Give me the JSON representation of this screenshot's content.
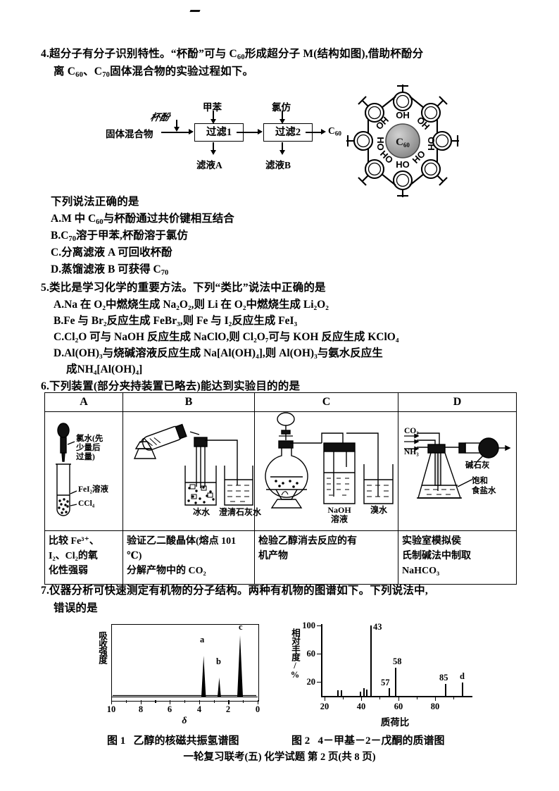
{
  "page": {
    "footer": "一轮复习联考(五) 化学试题 第 2 页(共 8 页)"
  },
  "q4": {
    "stem_line1_a": "4.超分子有分子识别特性。“杯酚”可与 C",
    "stem_line1_sub": "60",
    "stem_line1_b": "形成超分子 M(结构如图),借助杯酚分",
    "stem_line2_a": "离 C",
    "stem_line2_sub1": "60",
    "stem_line2_b": "、C",
    "stem_line2_sub2": "70",
    "stem_line2_c": "固体混合物的实验过程如下。",
    "flow": {
      "input": "固体混合物",
      "reagent1": "杯酚",
      "reagent2": "甲苯",
      "reagent3": "氯仿",
      "box1": "过滤1",
      "box2": "过滤2",
      "out1": "滤液A",
      "out2": "滤液B",
      "product": "C",
      "product_sub": "60"
    },
    "calix": {
      "core_label": "C",
      "core_sub": "60",
      "oh_label": "OH",
      "ho_label": "HO"
    },
    "prompt": "下列说法正确的是",
    "options": [
      {
        "id": "A",
        "text_a": "A.M 中 C",
        "sub1": "60",
        "text_b": "与杯酚通过共价键相互结合"
      },
      {
        "id": "B",
        "text_a": "B.C",
        "sub1": "70",
        "text_b": "溶于甲苯,杯酚溶于氯仿"
      },
      {
        "id": "C",
        "text_a": "C.分离滤液 A 可回收杯酚",
        "sub1": "",
        "text_b": ""
      },
      {
        "id": "D",
        "text_a": "D.蒸馏滤液 B 可获得 C",
        "sub1": "70",
        "text_b": ""
      }
    ]
  },
  "q5": {
    "stem": "5.类比是学习化学的重要方法。下列“类比”说法中正确的是",
    "optionA": "A.Na 在 O₂中燃烧生成 Na₂O₂,则 Li 在 O₂中燃烧生成 Li₂O₂",
    "optionB": "B.Fe 与 Br₂反应生成 FeBr₃,则 Fe 与 I₂反应生成 FeI₃",
    "optionC": "C.Cl₂O 可与 NaOH 反应生成 NaClO,则 Cl₂O₇可与 KOH 反应生成 KClO₄",
    "optionD": "D.Al(OH)₃与烧碱溶液反应生成 Na[Al(OH)₄],则 Al(OH)₃与氨水反应生",
    "optionD2": "成NH₄[Al(OH)₄]"
  },
  "q6": {
    "stem": "6.下列装置(部分夹持装置已略去)能达到实验目的的是",
    "headers": [
      "A",
      "B",
      "C",
      "D"
    ],
    "colA": {
      "label_reagent": "氯水(先",
      "label_reagent2": "少量后",
      "label_reagent3": "过量)",
      "label_sol": "FeI₂溶液",
      "label_ccl4": "CCl₄",
      "desc_line1": "比较 Fe³⁺、",
      "desc_line2": "I₂、Cl₂的氧",
      "desc_line3": "化性强弱"
    },
    "colB": {
      "label_beaker1": "冰水",
      "label_beaker2": "澄清石灰水",
      "desc_line1": "验证乙二酸晶体(熔点 101 ℃)",
      "desc_line2": "分解产物中的 CO₂"
    },
    "colC": {
      "label_bottle1": "NaOH",
      "label_bottle2": "溶液",
      "label_beaker": "溴水",
      "desc_line1": "检验乙醇消去反应的有",
      "desc_line2": "机产物"
    },
    "colD": {
      "label_gas1": "CO₂",
      "label_gas2": "NH₃",
      "label_lime": "碱石灰",
      "label_brine1": "饱和",
      "label_brine2": "食盐水",
      "desc_line1": "实验室模拟侯",
      "desc_line2": "氏制碱法中制取",
      "desc_line3": "NaHCO₃"
    }
  },
  "q7": {
    "stem_line1": "7.仪器分析可快速测定有机物的分子结构。两种有机物的图谱如下。下列说法中,",
    "stem_line2": "错误的是"
  },
  "chart_data": [
    {
      "type": "line",
      "name": "nmr",
      "title": "图 1　乙醇的核磁共振氢谱图",
      "caption_index": "图 1",
      "caption_text": "乙醇的核磁共振氢谱图",
      "xlabel": "δ",
      "ylabel": "吸收强度",
      "xlim": [
        10,
        0
      ],
      "xticks": [
        10,
        8,
        6,
        4,
        2,
        0
      ],
      "xtick_labels": [
        "10",
        "8",
        "6",
        "4",
        "2",
        "0"
      ],
      "ylim": [
        0,
        100
      ],
      "grid": false,
      "peaks": [
        {
          "label": "a",
          "shift": 3.7,
          "height": 52
        },
        {
          "label": "b",
          "shift": 2.6,
          "height": 26
        },
        {
          "label": "c",
          "shift": 1.2,
          "height": 88
        }
      ]
    },
    {
      "type": "bar",
      "name": "mass-spectrum",
      "title": "图 2　4－甲基－2－戊酮的质谱图",
      "caption_index": "图 2",
      "caption_text": "4－甲基－2－戊酮的质谱图",
      "xlabel": "质荷比",
      "ylabel": "相对丰度/%",
      "xlim": [
        18,
        100
      ],
      "xticks": [
        20,
        40,
        60,
        80
      ],
      "xtick_labels": [
        "20",
        "40",
        "60",
        "80"
      ],
      "ylim": [
        0,
        100
      ],
      "yticks": [
        20,
        60,
        100
      ],
      "ytick_labels": [
        "20",
        "60",
        "100"
      ],
      "grid": false,
      "peaks": [
        {
          "mz": 27,
          "intensity": 8,
          "label": ""
        },
        {
          "mz": 29,
          "intensity": 8,
          "label": ""
        },
        {
          "mz": 39,
          "intensity": 6,
          "label": ""
        },
        {
          "mz": 41,
          "intensity": 11,
          "label": ""
        },
        {
          "mz": 42,
          "intensity": 9,
          "label": ""
        },
        {
          "mz": 43,
          "intensity": 100,
          "label": "43"
        },
        {
          "mz": 56,
          "intensity": 11,
          "label": "57"
        },
        {
          "mz": 58,
          "intensity": 40,
          "label": "58"
        },
        {
          "mz": 85,
          "intensity": 17,
          "label": "85"
        },
        {
          "mz": 94,
          "intensity": 19,
          "label": "d"
        }
      ]
    }
  ]
}
